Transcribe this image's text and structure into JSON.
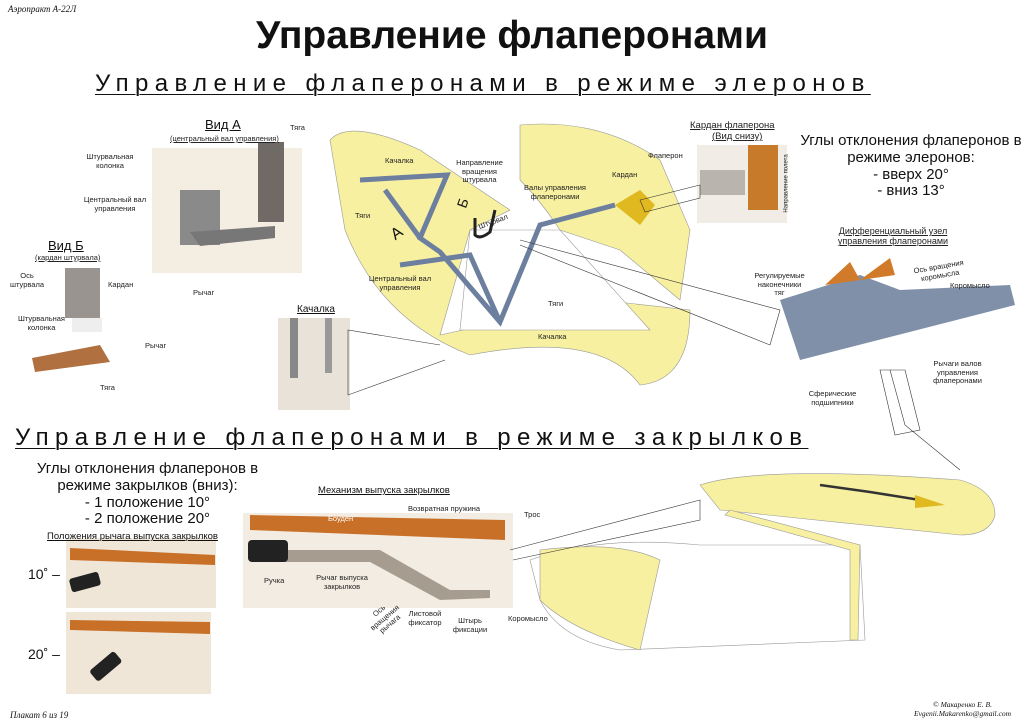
{
  "header": {
    "model": "Аэропракт А-22Л",
    "title": "Управление флаперонами"
  },
  "section_ailerons": {
    "heading": "Управление флаперонами в режиме элеронов",
    "view_a": {
      "title": "Вид А",
      "subtitle": "(центральный вал управления)",
      "labels": [
        "Тяга",
        "Штурвальная колонка",
        "Центральный вал управления",
        "Рычаг"
      ]
    },
    "view_b": {
      "title": "Вид Б",
      "subtitle": "(кардан штурвала)",
      "labels": [
        "Ось штурвала",
        "Кардан",
        "Штурвальная колонка",
        "Рычаг",
        "Тяга"
      ]
    },
    "rocker": {
      "title": "Качалка"
    },
    "diagram_labels": [
      "Качалка",
      "Направление вращения штурвала",
      "Валы управления флаперонами",
      "Тяги",
      "Штурвал",
      "Центральный вал управления",
      "Тяги",
      "Качалка",
      "Кардан",
      "Флаперон",
      "А",
      "Б"
    ],
    "cardan": {
      "title": "Кардан флаперона",
      "subtitle": "(Вид снизу)",
      "direction": "Направление полета"
    },
    "angles": {
      "title": "Углы отклонения флаперонов в режиме элеронов:",
      "up": "- вверх 20°",
      "down": "- вниз 13°"
    },
    "differential": {
      "title": "Дифференциальный узел управления флаперонами",
      "labels": [
        "Регулируемые наконечники тяг",
        "Ось вращения коромысла",
        "Коромысло",
        "Рычаги валов управления флаперонами",
        "Сферические подшипники"
      ]
    }
  },
  "section_flaps": {
    "heading": "Управление флаперонами в режиме закрылков",
    "angles": {
      "title": "Углы отклонения флаперонов в режиме закрылков (вниз):",
      "pos1": "- 1 положение 10°",
      "pos2": "- 2 положение 20°"
    },
    "lever_positions": {
      "title": "Положения рычага выпуска закрылков",
      "p1": "10˚ –",
      "p2": "20˚ –"
    },
    "mechanism": {
      "title": "Механизм выпуска закрылков",
      "labels": [
        "Боуден",
        "Возвратная пружина",
        "Трос",
        "Ручка",
        "Рычаг выпуска закрылков",
        "Ось вращения рычага",
        "Листовой фиксатор",
        "Штырь фиксации",
        "Коромысло"
      ]
    }
  },
  "footer": {
    "sheet": "Плакат 6 из 19",
    "author": "© Макаренко Е. В.",
    "email": "Evgenii.Makarenko@gmail.com"
  }
}
